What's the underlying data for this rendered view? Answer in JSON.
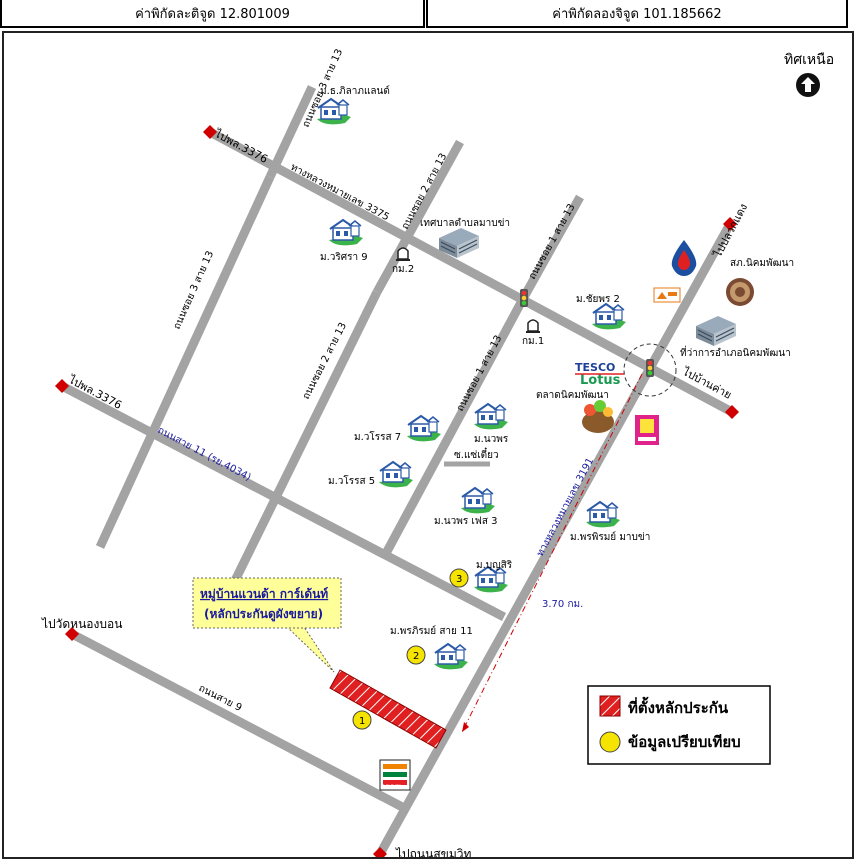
{
  "header": {
    "lat_label": "ค่าพิกัดละติจูด 12.801009",
    "lng_label": "ค่าพิกัดลองจิจูด 101.185662"
  },
  "compass": {
    "label": "ทิศเหนือ",
    "icon": "north-arrow-icon"
  },
  "roads": {
    "soi3": "ถนนซอย 3 สาย 13",
    "soi3_lower": "ถนนซอย 3 สาย 13",
    "soi2": "ถนนซอย 2 สาย 13",
    "soi2_lower": "ถนนซอย 2 สาย 13",
    "soi1": "ถนนซอย 1 สาย 13",
    "soi1_lower": "ถนนซอย 1 สาย 13",
    "highway_3375": "ทางหลวงหมายเลข 3375",
    "highway_3191": "ทางหลวงหมายเลข 3191",
    "road11": "ถนนสาย 11 (รย.4034)",
    "road9": "ถนนสาย 9",
    "side_lane": "ซ.แซ่เตี๋ยว"
  },
  "destinations": {
    "to_3376_top": "ไปพล.3376",
    "to_3376_left": "ไปพล.3376",
    "to_plaek_daeng": "ไปปลวกแดง",
    "to_ban_khai": "ไปบ้านค่าย",
    "to_wat_nong_bon": "ไปวัดหนองบอน",
    "to_sukhumvit": "ไปถนนสุขุมวิท"
  },
  "places": {
    "m_thiphalan": "ม.ธ.ภิลาภแลนด์",
    "m_wirichara": "ม.วริศรา 9",
    "municipality": "เทศบาลตำบลมาบข่า",
    "km2": "กม.2",
    "km1": "กม.1",
    "m_chaiyaphon": "ม.ชัยพร 2",
    "school": "สภ.นิคมพัฒนา",
    "district_office": "ที่ว่าการอำเภอนิคมพัฒนา",
    "tesco_top": "TESCO",
    "tesco_bottom": "Lotus",
    "market": "ตลาดนิคมพัฒนา",
    "m_wararot7": "ม.วโรรส 7",
    "m_noraphon": "ม.นวพร",
    "m_wararot5": "ม.วโรรส 5",
    "m_noraphon_ville": "ม.นวพร เฟส 3",
    "m_phonphirom_mabkha": "ม.พรพิรมย์ มาบข่า",
    "m_bunsiri": "ม.บุญสิริ",
    "m_phonphirom11": "ม.พรภิรมย์ สาย 11",
    "seven_eleven": "7-ELEVEN"
  },
  "callout": {
    "line1": "หมู่บ้านแวนด้า การ์เด้นท์",
    "line2": "(หลักประกันดูผังขยาย)"
  },
  "distance_label": "3.70 กม.",
  "markers": {
    "m1": "1",
    "m2": "2",
    "m3": "3"
  },
  "legend": {
    "collateral": "ที่ตั้งหลักประกัน",
    "comparison": "ข้อมูลเปรียบเทียบ"
  },
  "colors": {
    "road": "#a3a3a3",
    "collateral": "#e02020",
    "marker": "#f5e400",
    "callout_bg": "#ffff99",
    "road_label": "#1a1aa0",
    "destination_arrow": "#d00000"
  }
}
